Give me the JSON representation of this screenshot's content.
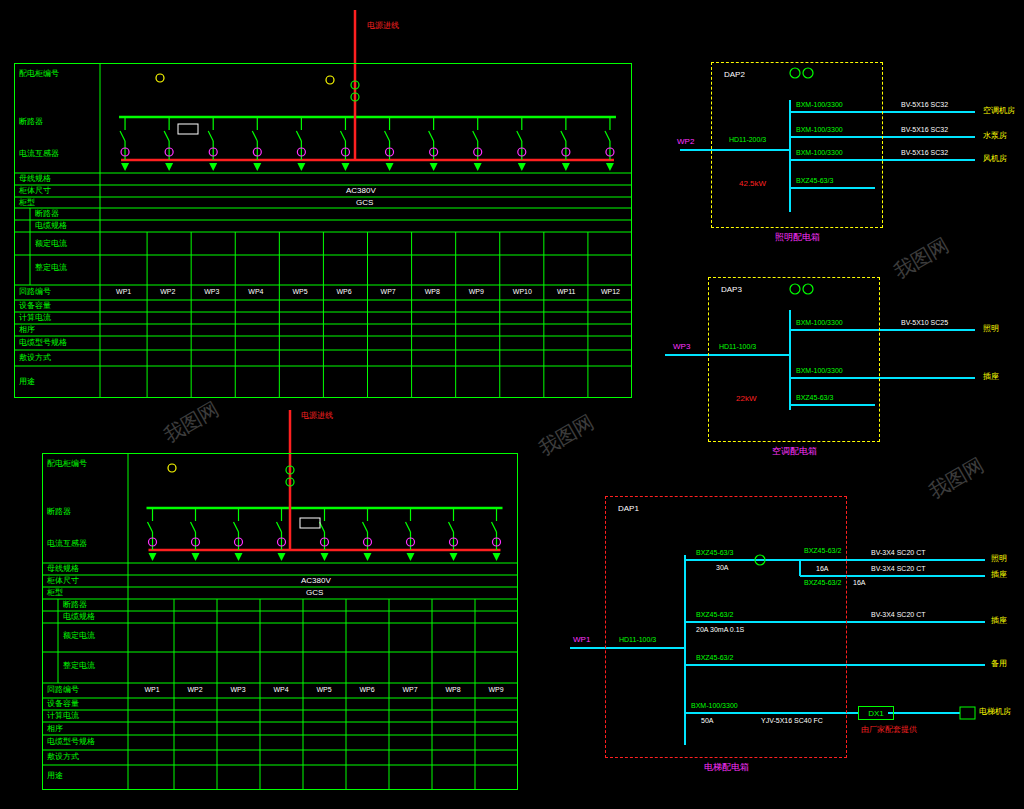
{
  "diagram": {
    "nodes": [
      {
        "text": [
          "配电柜编号"
        ]
      },
      {
        "text": [
          "配电柜编号"
        ]
      },
      {
        "text": [
          "DAP2",
          "照明配电箱"
        ]
      },
      {
        "text": [
          "DAP3",
          "空调配电箱"
        ]
      },
      {
        "text": [
          "DAP1",
          "电梯配电箱"
        ]
      },
      {
        "text": [
          "DX1"
        ]
      }
    ],
    "edges": [
      {
        "from": 4,
        "to": 5,
        "arrow": "none"
      }
    ],
    "labels": [
      "断路器",
      "电流互感器",
      "母线规格",
      "柜体尺寸",
      "柜型",
      "断路器",
      "电缆规格",
      "额定电流",
      "整定电流",
      "回路编号",
      "设备容量",
      "计算电流",
      "相序",
      "电缆型号规格",
      "敷设方式",
      "用途",
      "AC380V",
      "GCS",
      "WP1",
      "WP2",
      "WP3",
      "WP4",
      "WP5",
      "WP6",
      "WP7",
      "WP8",
      "WP9",
      "WP10",
      "WP11",
      "WP12",
      "断路器",
      "电流互感器",
      "母线规格",
      "柜体尺寸",
      "柜型",
      "断路器",
      "电缆规格",
      "额定电流",
      "整定电流",
      "回路编号",
      "设备容量",
      "计算电流",
      "相序",
      "电缆型号规格",
      "敷设方式",
      "用途",
      "AC380V",
      "GCS",
      "WP1",
      "WP2",
      "WP3",
      "WP4",
      "WP5",
      "WP6",
      "WP7",
      "WP8",
      "WP9",
      "电源进线",
      "电源进线",
      "WP2",
      "HD11-200/3",
      "42.5kW",
      "BXM-100/3300",
      "BXM-100/3300",
      "BXM-100/3300",
      "BXZ45-63/3",
      "BV-5X16 SC32",
      "BV-5X16 SC32",
      "BV-5X16 SC32",
      "空调机房",
      "水泵房",
      "风机房",
      "WP3",
      "HD11-100/3",
      "22kW",
      "BXM-100/3300",
      "BXM-100/3300",
      "BXZ45-63/3",
      "BV-5X10 SC25",
      "照明",
      "插座",
      "WP1",
      "HD11-100/3",
      "BXZ45-63/3",
      "30A",
      "BXZ45-63/2",
      "16A",
      "BXZ45-63/2",
      "16A",
      "BV-3X4 SC20 CT",
      "BV-3X4 SC20 CT",
      "照明",
      "插座",
      "BXZ45-63/2",
      "20A 30mA 0.1S",
      "BV-3X4 SC20 CT",
      "插座",
      "BXZ45-63/2",
      "备用",
      "BXM-100/3300",
      "50A",
      "YJV-5X16 SC40 FC",
      "电梯机房",
      "由厂家配套提供",
      "我图网",
      "我图网",
      "我图网",
      "我图网"
    ]
  }
}
